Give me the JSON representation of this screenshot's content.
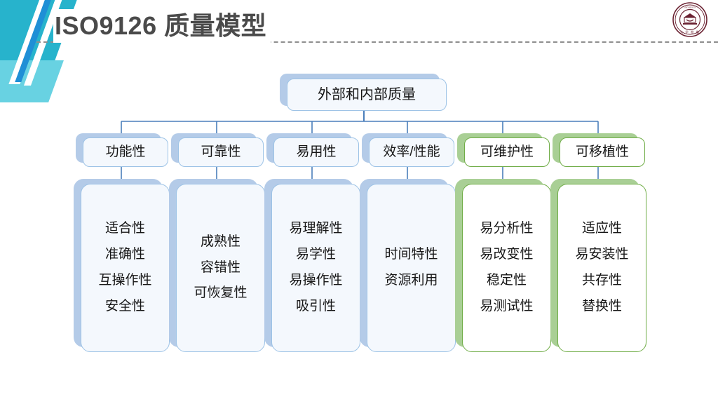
{
  "slide": {
    "title": "ISO9126 质量模型",
    "logo_name": "university-seal-logo",
    "accent_teal": "#27b3cc",
    "accent_blue": "#1f8fd6",
    "title_color": "#4a4a4a"
  },
  "diagram": {
    "type": "tree",
    "root": {
      "label": "外部和内部质量",
      "color": "#9dc3e6"
    },
    "branches": [
      {
        "label": "功能性",
        "color_theme": "blue",
        "border": "#9dc3e6",
        "items": [
          "适合性",
          "准确性",
          "互操作性",
          "安全性"
        ]
      },
      {
        "label": "可靠性",
        "color_theme": "blue",
        "border": "#9dc3e6",
        "items": [
          "成熟性",
          "容错性",
          "可恢复性"
        ]
      },
      {
        "label": "易用性",
        "color_theme": "blue",
        "border": "#9dc3e6",
        "items": [
          "易理解性",
          "易学性",
          "易操作性",
          "吸引性"
        ]
      },
      {
        "label": "效率/性能",
        "color_theme": "blue",
        "border": "#9dc3e6",
        "items": [
          "时间特性",
          "资源利用"
        ]
      },
      {
        "label": "可维护性",
        "color_theme": "green",
        "border": "#70ad47",
        "items": [
          "易分析性",
          "易改变性",
          "稳定性",
          "易测试性"
        ]
      },
      {
        "label": "可移植性",
        "color_theme": "green",
        "border": "#70ad47",
        "items": [
          "适应性",
          "易安装性",
          "共存性",
          "替换性"
        ]
      }
    ]
  }
}
